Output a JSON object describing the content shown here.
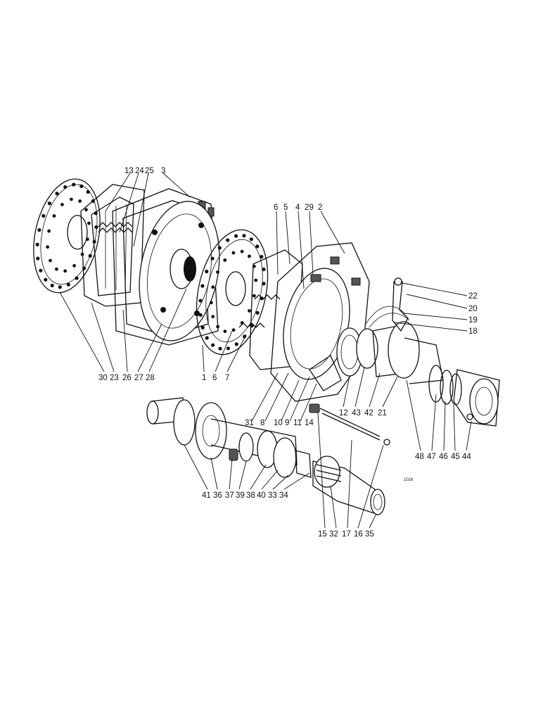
{
  "figure_code": "1016",
  "labels": {
    "l1": "1",
    "l2": "2",
    "l3": "3",
    "l4": "4",
    "l5": "5",
    "l6a": "6",
    "l6b": "6",
    "l7": "7",
    "l8": "8",
    "l9": "9",
    "l10": "10",
    "l11": "11",
    "l12": "12",
    "l13": "13",
    "l14": "14",
    "l15": "15",
    "l16": "16",
    "l17": "17",
    "l18": "18",
    "l19": "19",
    "l20": "20",
    "l21": "21",
    "l22": "22",
    "l23": "23",
    "l24": "24",
    "l25": "25",
    "l26": "26",
    "l27": "27",
    "l28": "28",
    "l29": "29",
    "l30": "30",
    "l31": "31",
    "l32": "32",
    "l33": "33",
    "l34": "34",
    "l35": "35",
    "l36": "36",
    "l37": "37",
    "l38": "38",
    "l39": "39",
    "l40": "40",
    "l41": "41",
    "l42": "42",
    "l43": "43",
    "l44": "44",
    "l45": "45",
    "l46": "46",
    "l47": "47",
    "l48": "48"
  }
}
